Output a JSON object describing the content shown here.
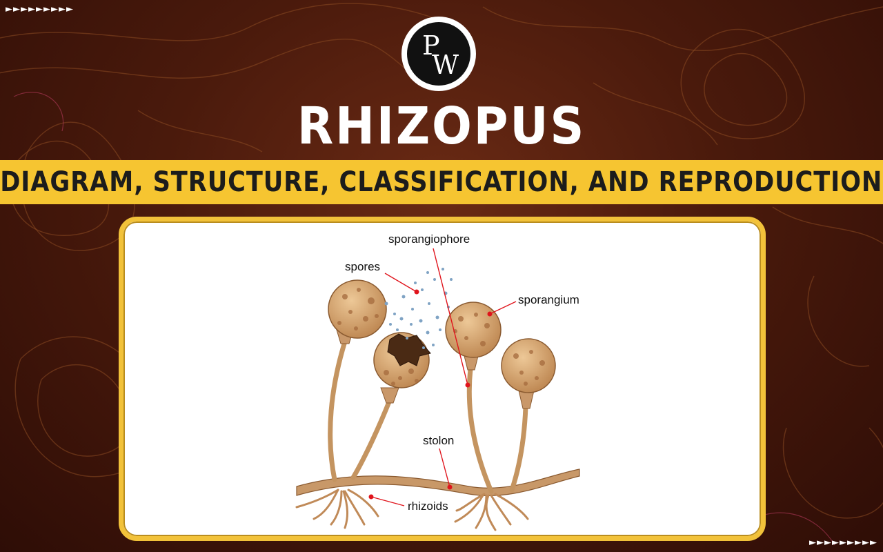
{
  "header": {
    "arrows_top_left": "►►►►►►►►►",
    "arrows_bottom_right": "►►►►►►►►►",
    "logo_top": "P",
    "logo_bottom": "W",
    "title": "RHIZOPUS",
    "subtitle": "DIAGRAM, STRUCTURE, CLASSIFICATION, AND REPRODUCTION"
  },
  "diagram": {
    "labels": {
      "sporangiophore": "sporangiophore",
      "spores": "spores",
      "sporangium": "sporangium",
      "stolon": "stolon",
      "rhizoids": "rhizoids"
    }
  },
  "colors": {
    "background": "#4a1a0c",
    "band": "#f6c531",
    "panel_border": "#f2c23a",
    "sporangium": "#d9ad7a",
    "stalk": "#c49460",
    "leader_dot": "#e0141c",
    "spore_dot": "#7fa3c4"
  }
}
